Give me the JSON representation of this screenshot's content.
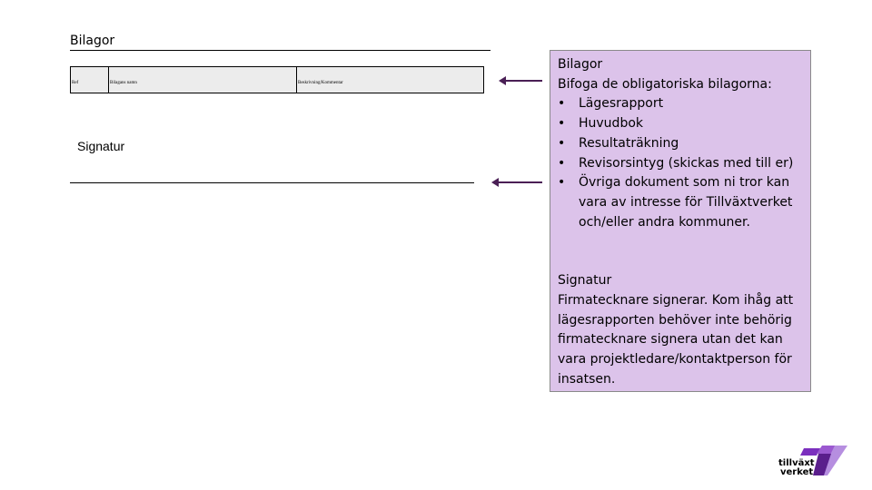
{
  "document": {
    "section_title": "Bilagor",
    "table_headers": [
      "Ref",
      "Bilagans namn",
      "Beskrivning/Kommentar"
    ],
    "signature_label": "Signatur"
  },
  "help_panel": {
    "title": "Bilagor",
    "intro": "Bifoga de obligatoriska bilagorna:",
    "items": [
      "Lägesrapport",
      "Huvudbok",
      "Resultaträkning",
      "Revisorsintyg (skickas med till er)",
      "Övriga dokument som ni tror kan vara av intresse för Tillväxtverket och/eller andra kommuner."
    ],
    "signature_title": "Signatur",
    "signature_text": "Firmatecknare signerar. Kom ihåg att lägesrapporten behöver inte behörig firmatecknare signera utan det kan vara projektledare/kontaktperson för insatsen."
  },
  "logo": {
    "line1": "tillväxt",
    "line2": "verket"
  },
  "colors": {
    "panel_bg": "#dcc3ea",
    "arrow": "#4a1f55",
    "brand_purple": "#7b2fbe"
  }
}
